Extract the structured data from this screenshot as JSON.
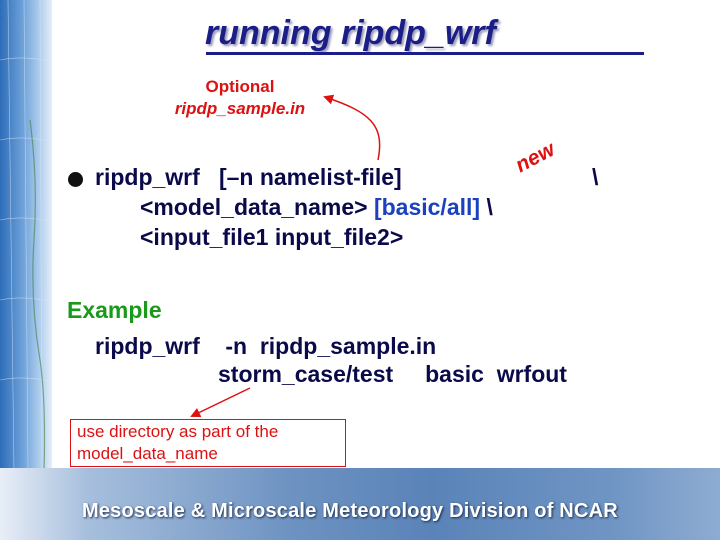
{
  "slide": {
    "title": "running ripdp_wrf",
    "optional_note": {
      "line1": "Optional",
      "line2": "ripdp_sample.in"
    },
    "new_tag": "new",
    "syntax": {
      "line1": "ripdp_wrf   [–n namelist-file]",
      "line1_backslash": "\\",
      "line2_part1": "<model_data_name> ",
      "line2_part2": "[basic/all]",
      "line2_part3": " \\",
      "line3": "<input_file1 input_file2>"
    },
    "example_heading": "Example",
    "example": {
      "line1": "ripdp_wrf    -n  ripdp_sample.in",
      "line2": "storm_case/test     basic  wrfout"
    },
    "note_box": {
      "line1": "use directory as part of the",
      "line2": "model_data_name"
    },
    "footer": "Mesoscale & Microscale Meteorology Division of NCAR"
  },
  "colors": {
    "title": "#1a1e86",
    "annotation_red": "#dd1111",
    "command_text": "#0a0a4a",
    "option_blue": "#1a42c0",
    "example_green": "#1a9a1a",
    "footer_text": "#ffffff"
  }
}
